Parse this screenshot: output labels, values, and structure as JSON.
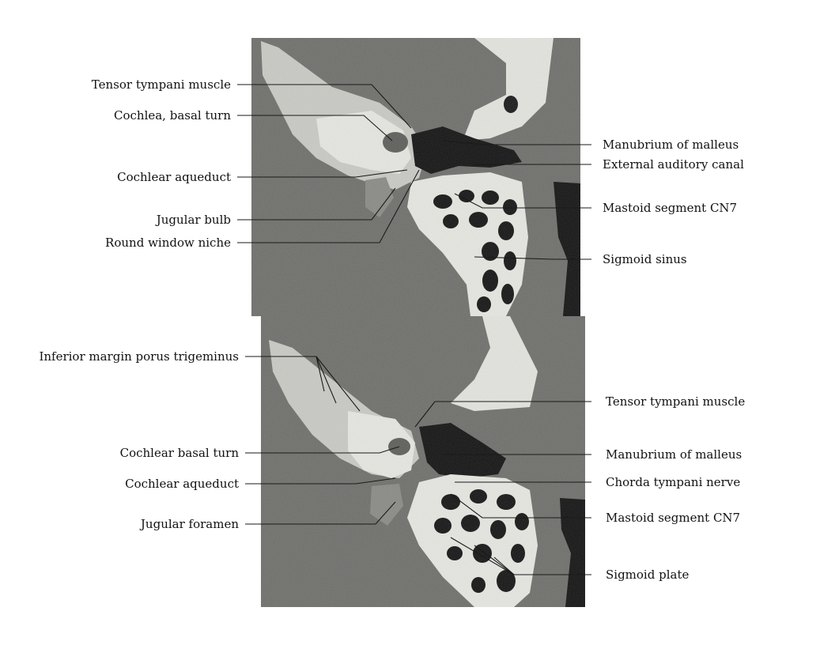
{
  "colors": {
    "background": "#ffffff",
    "ct_background": "#6f6f6c",
    "bone": "#e6e6e1",
    "air": "#141414",
    "label_text": "#111111",
    "leader_line": "#1a1a1a"
  },
  "panels": [
    {
      "id": "top",
      "labels_left": [
        "Tensor tympani muscle",
        "Cochlea, basal turn",
        "Cochlear aqueduct",
        "Jugular bulb",
        "Round window niche"
      ],
      "labels_right": [
        "Manubrium of malleus",
        "External auditory canal",
        "Mastoid segment CN7",
        "Sigmoid sinus"
      ]
    },
    {
      "id": "bottom",
      "labels_left": [
        "Inferior margin porus trigeminus",
        "Cochlear basal turn",
        "Cochlear aqueduct",
        "Jugular foramen"
      ],
      "labels_right": [
        "Tensor tympani muscle",
        "Manubrium of malleus",
        "Chorda tympani nerve",
        "Mastoid segment CN7",
        "Sigmoid plate"
      ]
    }
  ]
}
